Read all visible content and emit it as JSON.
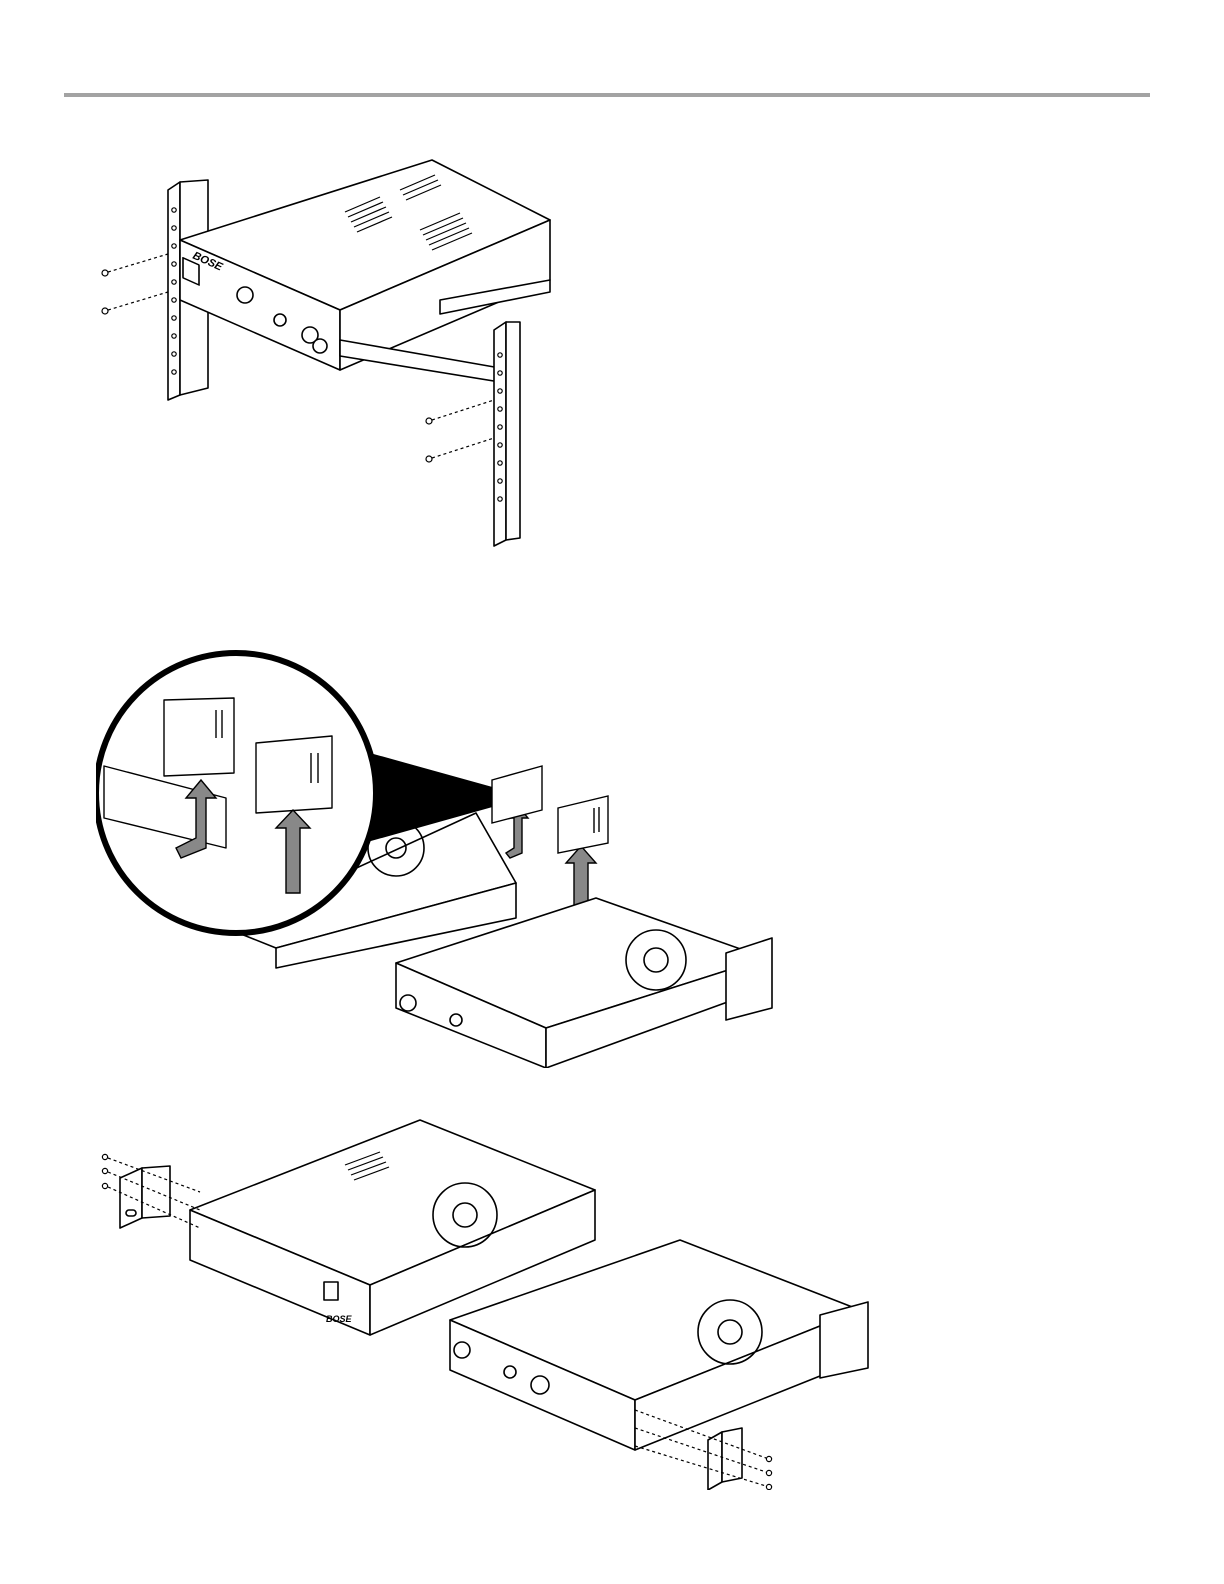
{
  "header": {
    "rule_color": "#a3a3a3"
  },
  "colors": {
    "ink": "#000000",
    "paper": "#ffffff",
    "arrow_gray": "#888888"
  },
  "figures": [
    {
      "id": "fig1",
      "subject": "rack-mount-install",
      "brand_mark": "BOSE",
      "icons": [
        "screw-icon",
        "rack-rail-icon",
        "amplifier-unit-icon"
      ]
    },
    {
      "id": "fig2",
      "subject": "remove-side-plates",
      "icons": [
        "magnifier-callout-icon",
        "side-plate-icon",
        "up-arrow-icon",
        "screw-icon"
      ]
    },
    {
      "id": "fig3",
      "subject": "attach-rack-ears",
      "brand_mark": "BOSE",
      "icons": [
        "rack-ear-bracket-icon",
        "screw-icon",
        "amplifier-unit-icon"
      ]
    }
  ]
}
